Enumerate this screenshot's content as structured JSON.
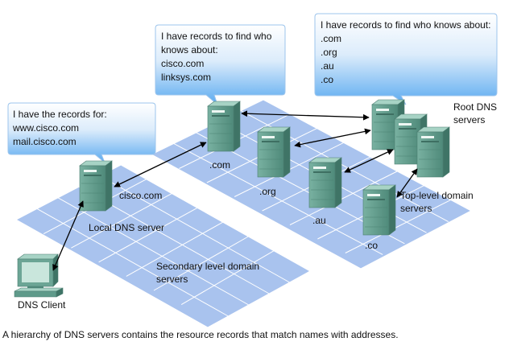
{
  "bubbles": {
    "local": {
      "lines": [
        "I have the records for:",
        "www.cisco.com",
        "mail.cisco.com"
      ]
    },
    "com": {
      "lines": [
        "I have records to find who",
        "knows about:",
        "cisco.com",
        "linksys.com"
      ]
    },
    "root": {
      "lines": [
        "I have records to find who knows about:",
        ".com",
        ".org",
        ".au",
        ".co"
      ]
    }
  },
  "labels": {
    "cisco": "cisco.com",
    "local_dns": "Local DNS server",
    "secondary_1": "Secondary level domain",
    "secondary_2": "servers",
    "com": ".com",
    "org": ".org",
    "au": ".au",
    "co": ".co",
    "root_1": "Root DNS",
    "root_2": "servers",
    "toplevel_1": "Top-level domain",
    "toplevel_2": "servers",
    "client": "DNS Client"
  },
  "caption": "A hierarchy of DNS servers contains the resource records that match names with addresses.",
  "colors": {
    "plane_fill": "#a9c3ee",
    "plane_grid": "#ffffff",
    "bubble_top": "#ffffff",
    "bubble_bottom": "#5aaaf0",
    "server_front": "#5f9a8a",
    "server_side": "#3e7567",
    "server_top": "#9ccabb",
    "arrow": "#000000"
  }
}
